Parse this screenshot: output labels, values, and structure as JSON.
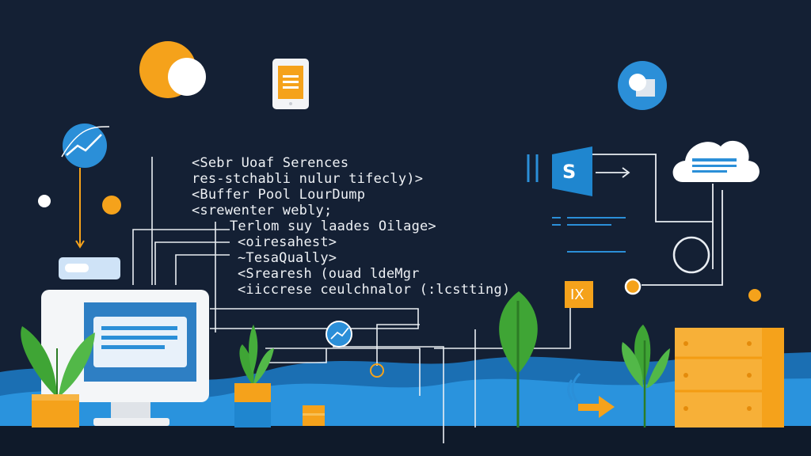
{
  "colors": {
    "background": "#142034",
    "accent_orange": "#f5a21b",
    "accent_blue": "#2b8fd8",
    "leaf_green": "#3fa535",
    "line_white": "#e9edf2",
    "wave_blue": "#1f86cf"
  },
  "code": {
    "lines": [
      "<Sebr Uoaf Serences",
      "res-stchabli nulur tifecly)>",
      "<Buffer Pool LourDump",
      "<srewenter webly;",
      "Terlom suy laades Oilage>",
      "<oiresahest>",
      "~TesaQually>",
      "<Srearesh (ouad ldeMgr",
      "<iiccrese ceulchnalor (:lcstting)"
    ]
  },
  "badges": {
    "s_label": "S",
    "ix_label": "IX"
  },
  "icons": {
    "moon": "moon-sun-icon",
    "tablet": "tablet-icon",
    "chart": "trend-chart-icon",
    "cloud": "cloud-icon",
    "monitor": "monitor-icon",
    "server": "server-rack-icon",
    "signal": "wifi-signal-icon",
    "arrow": "arrow-right-icon"
  }
}
